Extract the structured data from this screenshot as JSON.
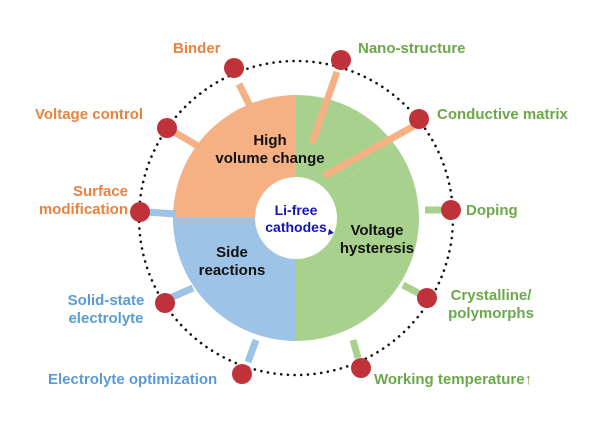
{
  "colors": {
    "orange": "#F5B184",
    "orange_text": "#E8823F",
    "green": "#A9D18E",
    "green_text": "#6BA84A",
    "blue": "#9DC3E6",
    "blue_text": "#5B9BD5",
    "node": "#C0323A",
    "center_text": "#1414B8"
  },
  "center": {
    "line1": "Li-free",
    "line2": "cathodes"
  },
  "segments": {
    "volume": {
      "line1": "High",
      "line2": "volume change"
    },
    "hysteresis": {
      "line1": "Voltage",
      "line2": "hysteresis"
    },
    "side": {
      "line1": "Side",
      "line2": "reactions"
    }
  },
  "strategies": {
    "binder": "Binder",
    "voltage_control": "Voltage control",
    "surface_1": "Surface",
    "surface_2": "modification",
    "nano": "Nano-structure",
    "conductive": "Conductive matrix",
    "doping": "Doping",
    "crystalline_1": "Crystalline/",
    "crystalline_2": "polymorphs",
    "working_temp": "Working temperature↑",
    "solid_1": "Solid-state",
    "solid_2": "electrolyte",
    "electrolyte_opt": "Electrolyte optimization"
  }
}
